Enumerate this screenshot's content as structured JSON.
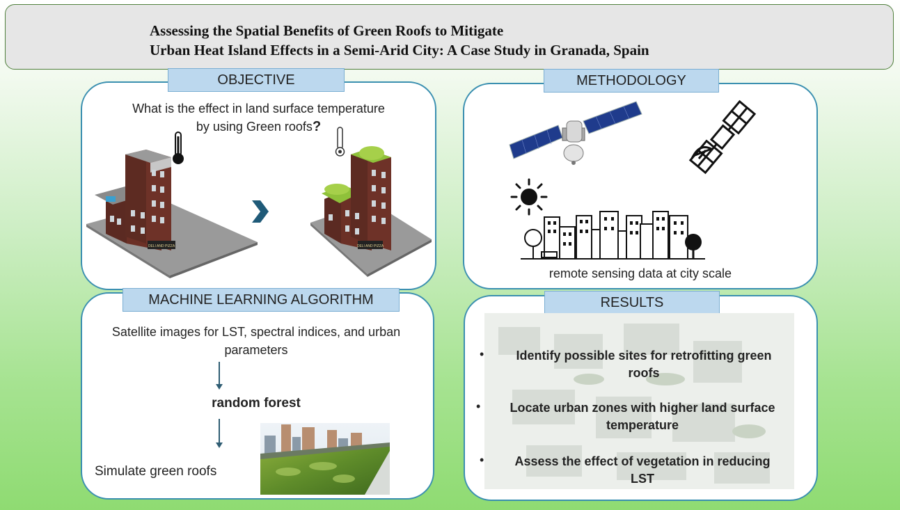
{
  "title": {
    "line1": "Assessing the Spatial Benefits of Green Roofs to Mitigate",
    "line2": "Urban Heat Island Effects in a Semi-Arid City: A Case Study in Granada, Spain"
  },
  "objective": {
    "header": "OBJECTIVE",
    "question_line1": "What is the effect in land surface temperature",
    "question_line2_text": "by using Green roofs",
    "question_mark": "?",
    "sign_before": "DELI AND PIZZA",
    "sign_after": "DELI AND PIZZA"
  },
  "methodology": {
    "header": "METHODOLOGY",
    "caption": "remote sensing data at city scale"
  },
  "ml": {
    "header": "MACHINE LEARNING ALGORITHM",
    "input_line1": "Satellite images for LST, spectral indices, and urban",
    "input_line2": "parameters",
    "model": "random forest",
    "output": "Simulate green roofs"
  },
  "results": {
    "header": "RESULTS",
    "bullet_marker": "•",
    "items": [
      {
        "line1": "Identify possible sites for retrofitting green",
        "line2": "roofs"
      },
      {
        "line1": "Locate urban zones with higher land surface",
        "line2": "temperature"
      },
      {
        "line1": "Assess the effect of vegetation in reducing",
        "line2": "LST"
      }
    ]
  },
  "colors": {
    "panel_border": "#3a8fb0",
    "header_fill": "#bcd8ee",
    "title_fill": "#e6e6e6",
    "arrow": "#2f5d73",
    "background_green": "#8fdb72"
  }
}
